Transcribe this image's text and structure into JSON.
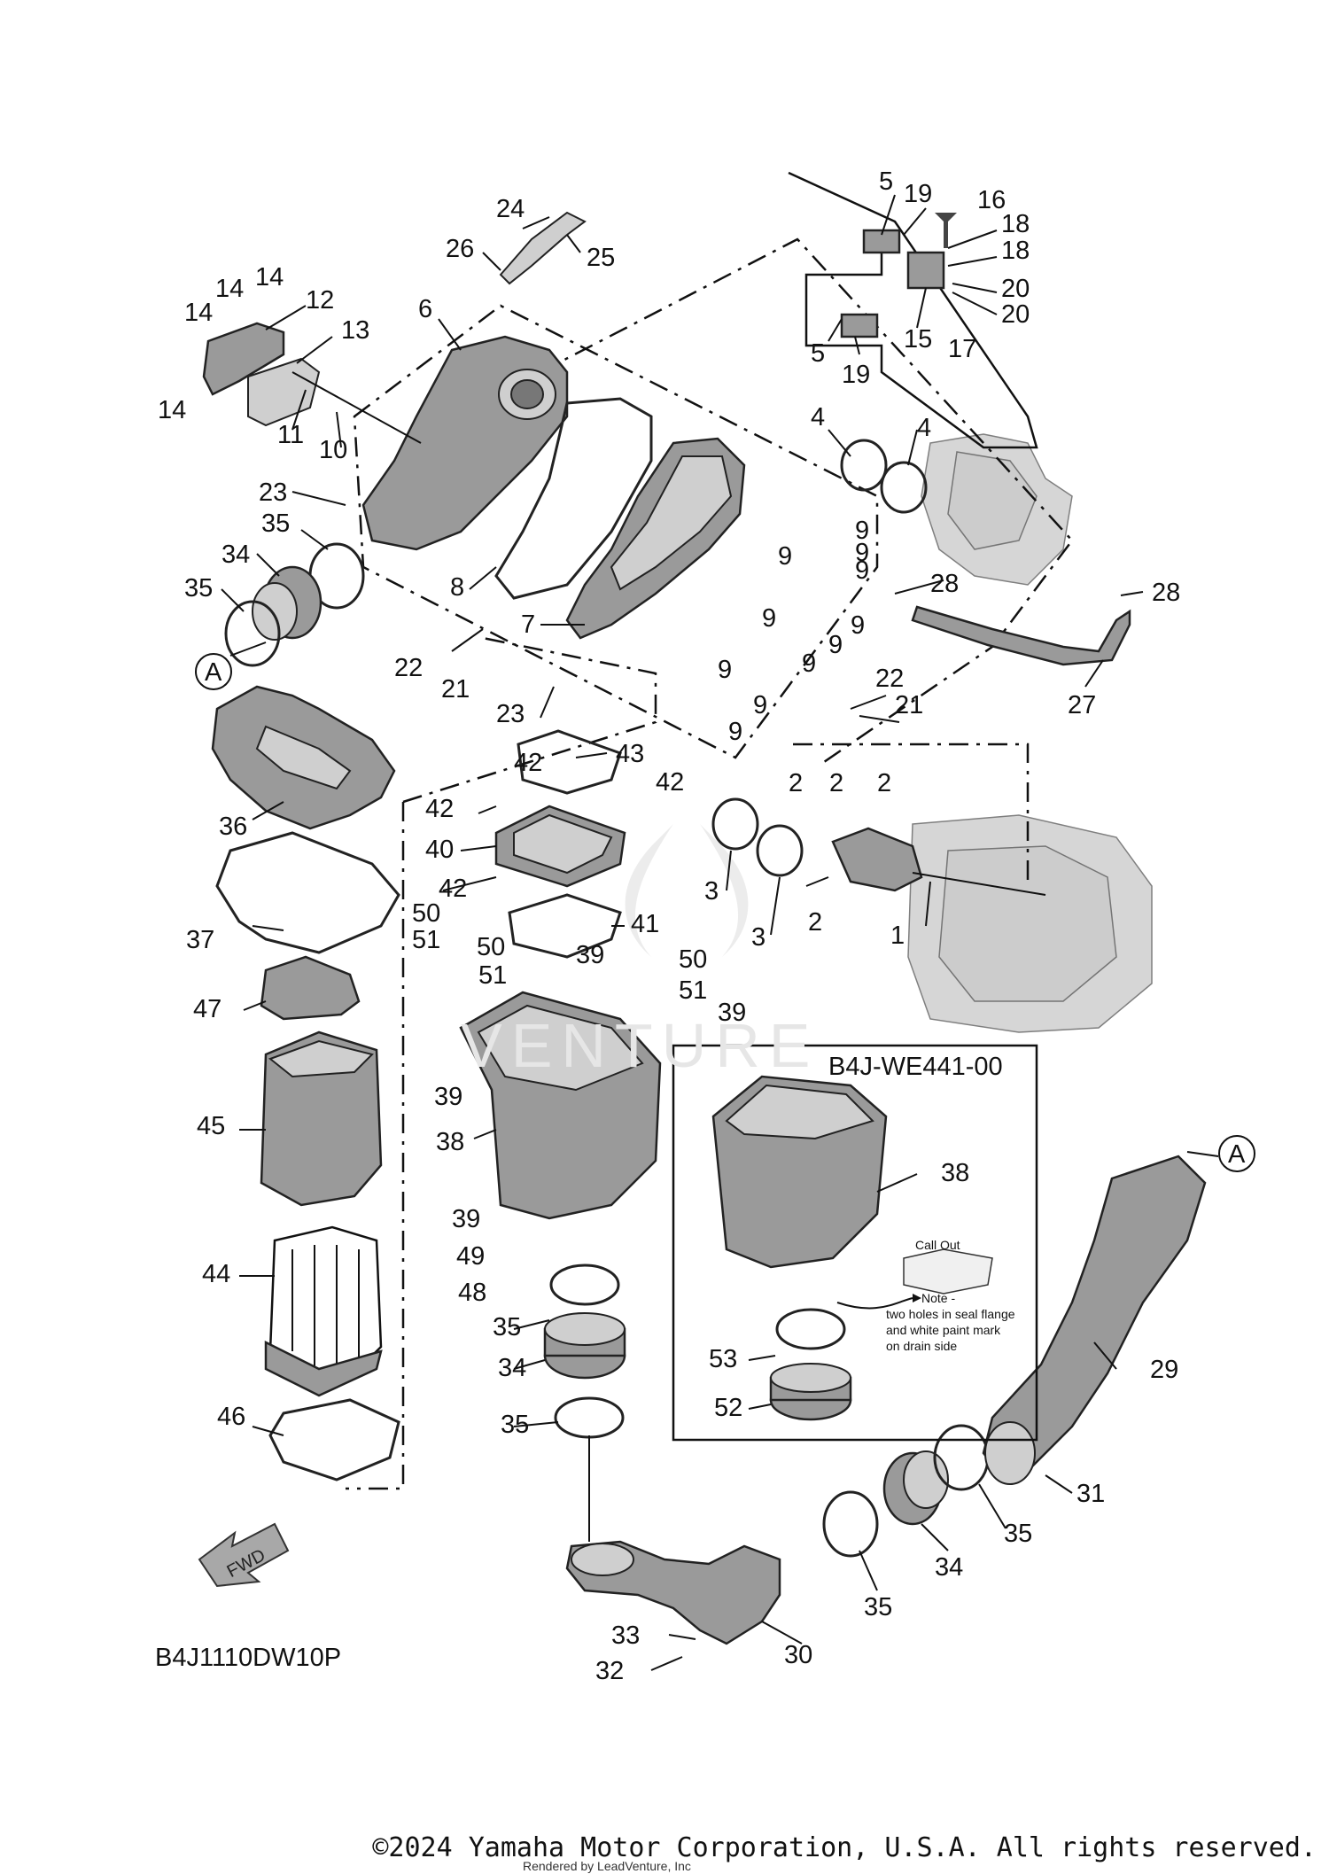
{
  "diagram": {
    "code": "B4J1110DW10P",
    "fwd_label": "FWD",
    "inset": {
      "code": "B4J-WE441-00",
      "callout_title": "Call Out",
      "note": [
        "Note -",
        "two holes in seal flange",
        "and white paint mark",
        "on drain side"
      ]
    },
    "ref_label": "A",
    "labels": [
      {
        "id": "l5a",
        "text": "5"
      },
      {
        "id": "l19a",
        "text": "19"
      },
      {
        "id": "l16",
        "text": "16"
      },
      {
        "id": "l18a",
        "text": "18"
      },
      {
        "id": "l18b",
        "text": "18"
      },
      {
        "id": "l20a",
        "text": "20"
      },
      {
        "id": "l20b",
        "text": "20"
      },
      {
        "id": "l5b",
        "text": "5"
      },
      {
        "id": "l15",
        "text": "15"
      },
      {
        "id": "l17",
        "text": "17"
      },
      {
        "id": "l19b",
        "text": "19"
      },
      {
        "id": "l24",
        "text": "24"
      },
      {
        "id": "l26",
        "text": "26"
      },
      {
        "id": "l25",
        "text": "25"
      },
      {
        "id": "l6",
        "text": "6"
      },
      {
        "id": "l14a",
        "text": "14"
      },
      {
        "id": "l14b",
        "text": "14"
      },
      {
        "id": "l12",
        "text": "12"
      },
      {
        "id": "l14c",
        "text": "14"
      },
      {
        "id": "l13",
        "text": "13"
      },
      {
        "id": "l14d",
        "text": "14"
      },
      {
        "id": "l11",
        "text": "11"
      },
      {
        "id": "l10",
        "text": "10"
      },
      {
        "id": "l4a",
        "text": "4"
      },
      {
        "id": "l4b",
        "text": "4"
      },
      {
        "id": "l23a",
        "text": "23"
      },
      {
        "id": "l35a",
        "text": "35"
      },
      {
        "id": "l34a",
        "text": "34"
      },
      {
        "id": "l35b",
        "text": "35"
      },
      {
        "id": "l9a",
        "text": "9"
      },
      {
        "id": "l9b",
        "text": "9"
      },
      {
        "id": "l9c",
        "text": "9"
      },
      {
        "id": "l9d",
        "text": "9"
      },
      {
        "id": "l8",
        "text": "8"
      },
      {
        "id": "l28a",
        "text": "28"
      },
      {
        "id": "l28b",
        "text": "28"
      },
      {
        "id": "l9e",
        "text": "9"
      },
      {
        "id": "l9f",
        "text": "9"
      },
      {
        "id": "l7",
        "text": "7"
      },
      {
        "id": "l9g",
        "text": "9"
      },
      {
        "id": "l9h",
        "text": "9"
      },
      {
        "id": "l22a",
        "text": "22"
      },
      {
        "id": "l21a",
        "text": "21"
      },
      {
        "id": "l9i",
        "text": "9"
      },
      {
        "id": "l22b",
        "text": "22"
      },
      {
        "id": "l21b",
        "text": "21"
      },
      {
        "id": "l9j",
        "text": "9"
      },
      {
        "id": "l27",
        "text": "27"
      },
      {
        "id": "l23b",
        "text": "23"
      },
      {
        "id": "l9k",
        "text": "9"
      },
      {
        "id": "l42a",
        "text": "42"
      },
      {
        "id": "l43",
        "text": "43"
      },
      {
        "id": "l42b",
        "text": "42"
      },
      {
        "id": "l42c",
        "text": "42"
      },
      {
        "id": "l36",
        "text": "36"
      },
      {
        "id": "l40",
        "text": "40"
      },
      {
        "id": "l2a",
        "text": "2"
      },
      {
        "id": "l2b",
        "text": "2"
      },
      {
        "id": "l2c",
        "text": "2"
      },
      {
        "id": "l3a",
        "text": "3"
      },
      {
        "id": "l42d",
        "text": "42"
      },
      {
        "id": "l3b",
        "text": "3"
      },
      {
        "id": "l2d",
        "text": "2"
      },
      {
        "id": "l1",
        "text": "1"
      },
      {
        "id": "l37",
        "text": "37"
      },
      {
        "id": "l41",
        "text": "41"
      },
      {
        "id": "l50a",
        "text": "50"
      },
      {
        "id": "l51a",
        "text": "51"
      },
      {
        "id": "l50b",
        "text": "50"
      },
      {
        "id": "l39a",
        "text": "39"
      },
      {
        "id": "l50c",
        "text": "50"
      },
      {
        "id": "l51b",
        "text": "51"
      },
      {
        "id": "l51c",
        "text": "51"
      },
      {
        "id": "l47",
        "text": "47"
      },
      {
        "id": "l39b",
        "text": "39"
      },
      {
        "id": "l39c",
        "text": "39"
      },
      {
        "id": "l45",
        "text": "45"
      },
      {
        "id": "l38a",
        "text": "38"
      },
      {
        "id": "l38b",
        "text": "38"
      },
      {
        "id": "l39d",
        "text": "39"
      },
      {
        "id": "l49",
        "text": "49"
      },
      {
        "id": "l44",
        "text": "44"
      },
      {
        "id": "l48",
        "text": "48"
      },
      {
        "id": "l35c",
        "text": "35"
      },
      {
        "id": "l53",
        "text": "53"
      },
      {
        "id": "l34b",
        "text": "34"
      },
      {
        "id": "l29",
        "text": "29"
      },
      {
        "id": "l52",
        "text": "52"
      },
      {
        "id": "l46",
        "text": "46"
      },
      {
        "id": "l35d",
        "text": "35"
      },
      {
        "id": "l31",
        "text": "31"
      },
      {
        "id": "l35e",
        "text": "35"
      },
      {
        "id": "l34c",
        "text": "34"
      },
      {
        "id": "l35f",
        "text": "35"
      },
      {
        "id": "l33",
        "text": "33"
      },
      {
        "id": "l30",
        "text": "30"
      },
      {
        "id": "l32",
        "text": "32"
      }
    ]
  },
  "watermark": "VENTURE",
  "rendered_by": "Rendered by LeadVenture, Inc",
  "copyright": "©2024 Yamaha Motor Corporation, U.S.A. All rights reserved."
}
